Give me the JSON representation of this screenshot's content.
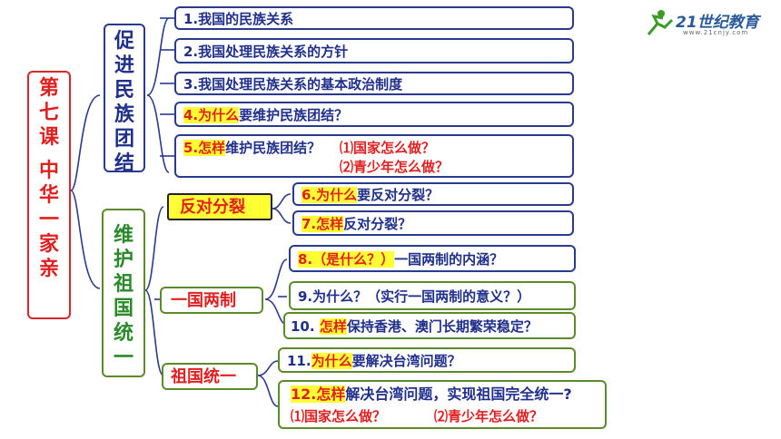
{
  "logo": {
    "text": "21世纪教育",
    "sub": "www.21cnjy.com"
  },
  "root": [
    "第",
    "七",
    "课",
    "",
    "中",
    "华",
    "一",
    "家",
    "亲"
  ],
  "promote": [
    "促",
    "进",
    "民",
    "族",
    "团",
    "结"
  ],
  "unify": [
    "维",
    "护",
    "祖",
    "国",
    "统",
    "一"
  ],
  "topics": {
    "t1": "1.我国的民族关系",
    "t2": "2.我国处理民族关系的方针",
    "t3": "3.我国处理民族关系的基本政治制度",
    "t4_prefix": "4.为什么",
    "t4_rest": "要维护民族团结？",
    "t5_prefix": "5.怎样",
    "t5_rest": "维护民族团结？",
    "t5_a": "⑴国家怎么做？",
    "t5_b": "⑵青少年怎么做？"
  },
  "anti_split": {
    "label": "反对分裂",
    "q6_prefix": "6.为什么",
    "q6_rest": "要反对分裂？",
    "q7_prefix": "7.怎样",
    "q7_rest": "反对分裂？"
  },
  "one_country": {
    "label": "一国两制",
    "q8_prefix": "8.（是什么？）",
    "q8_rest": "一国两制的内涵？",
    "q9": "9.为什么？（实行一国两制的意义？）",
    "q10_num": "10.",
    "q10_hl": "怎样",
    "q10_rest": "保持香港、澳门长期繁荣稳定？"
  },
  "reunify": {
    "label": "祖国统一",
    "q11_num": "11.",
    "q11_hl": "为什么",
    "q11_rest": "要解决台湾问题？",
    "q12_prefix": "12.怎样",
    "q12_rest": "解决台湾问题，实现祖国完全统一?",
    "q12_a": "⑴国家怎么做？",
    "q12_b": "⑵青少年怎么做？"
  }
}
